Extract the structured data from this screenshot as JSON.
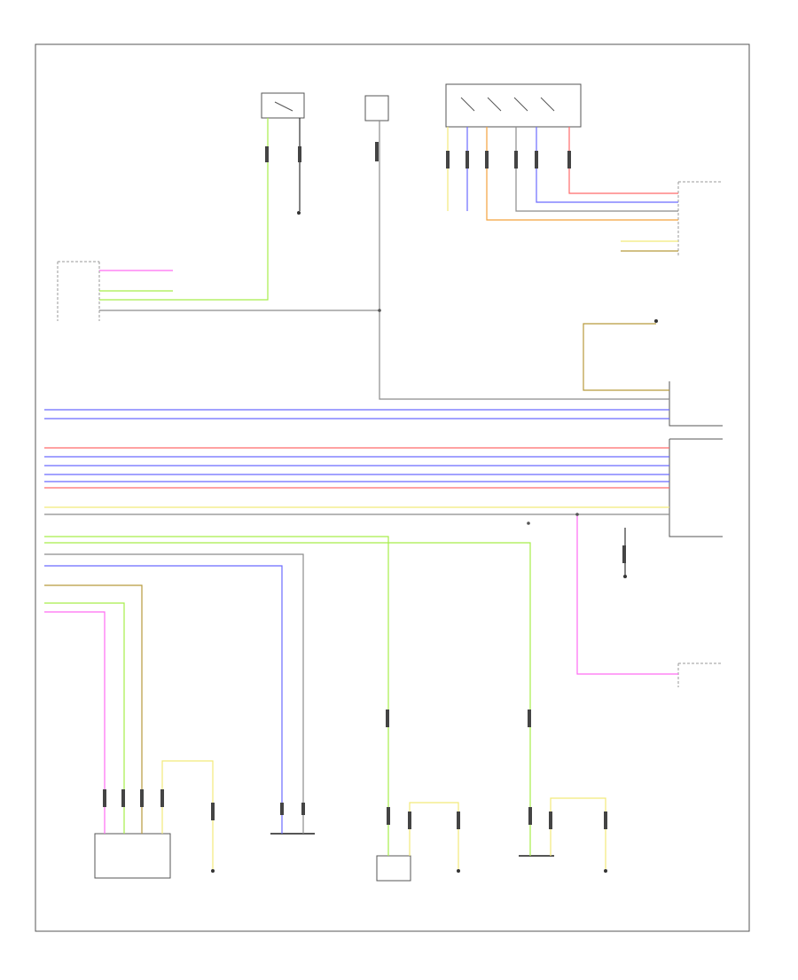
{
  "diagram": {
    "footer_code": "",
    "colors": {
      "red": "#ff6b6b",
      "blue": "#6b6bff",
      "green": "#a6ee4a",
      "yellow": "#f2ea7a",
      "orange": "#f4a23c",
      "brown": "#b89a3c",
      "pink": "#ff6cf2",
      "grey": "#8c8c8c",
      "black": "#333333"
    },
    "components": [
      {
        "id": "brake-switch"
      },
      {
        "id": "selector-lever"
      },
      {
        "id": "climatronic-selector"
      },
      {
        "id": "data-bus-gateway"
      },
      {
        "id": "engine-control-module"
      },
      {
        "id": "ground-connector-front"
      },
      {
        "id": "transmission-control-module"
      },
      {
        "id": "ground-connector-rear"
      },
      {
        "id": "electronic-parking-brake"
      },
      {
        "id": "seat-module"
      },
      {
        "id": "ground-right-rear"
      },
      {
        "id": "shift-lock-solenoid"
      },
      {
        "id": "right-rear-sensor"
      },
      {
        "id": "ground-cable"
      },
      {
        "id": "left-rear-sensor"
      },
      {
        "id": "ground-left-rear"
      }
    ]
  }
}
